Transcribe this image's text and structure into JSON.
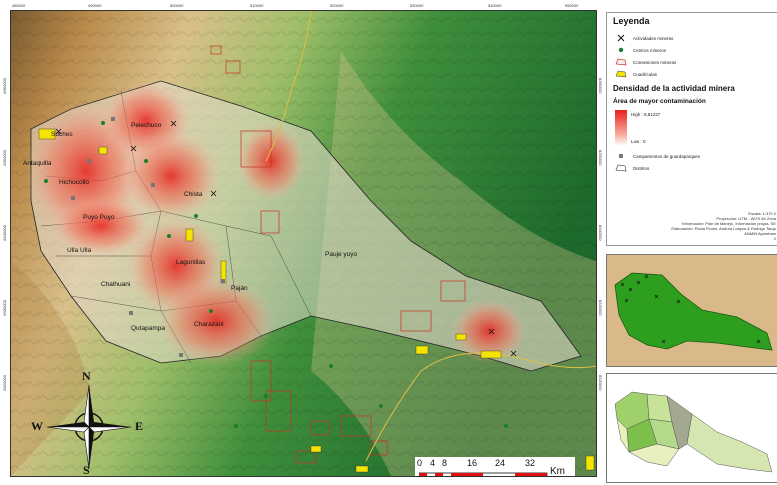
{
  "legend": {
    "title": "Leyenda",
    "items": [
      {
        "label": "Actividades mineras",
        "icon": "pickaxe-icon"
      },
      {
        "label": "Centros mineros",
        "icon": "green-dot-icon"
      },
      {
        "label": "Consesiones mineras",
        "icon": "outline-polygon-icon"
      },
      {
        "label": "Cuadrículas",
        "icon": "yellow-polygon-icon"
      }
    ],
    "density_title": "Densidad de la actividad minera",
    "density_subtitle": "Área de mayor contaminación",
    "high_label": "High : 8,81237",
    "low_label": "Low : 0",
    "camp_label": "Campamentos de guardaparques",
    "district_label": "Distritos",
    "credits": [
      "Escala: 1:370 0",
      "Proyección: UTM - WGS 84 Zona",
      "Información: Plan de Manejo, Información propia, SE",
      "Elaboración: Paola Flores, Andrea Loayza & Rodrigo Tarqu",
      "ANMIN Apolobam",
      "2"
    ],
    "colors": {
      "high": "#e8201c",
      "low": "#ffffff",
      "concession": "#c8321e",
      "grid": "#f5e400",
      "center": "#1a7f2a"
    }
  },
  "map": {
    "places": [
      {
        "name": "Suches"
      },
      {
        "name": "Pelechuco"
      },
      {
        "name": "Antaquilla"
      },
      {
        "name": "Hichocollo"
      },
      {
        "name": "Chista"
      },
      {
        "name": "Puyo Puyo"
      },
      {
        "name": "Ulla Ulla"
      },
      {
        "name": "Lagunillas"
      },
      {
        "name": "Pauje yuyo"
      },
      {
        "name": "Chalhuani"
      },
      {
        "name": "Paján"
      },
      {
        "name": "Charazani"
      },
      {
        "name": "Qutapampa"
      }
    ],
    "x_ticks": [
      "480000",
      "490000",
      "500000",
      "510000",
      "520000",
      "530000",
      "540000",
      "550000"
    ],
    "y_ticks": [
      "8360000",
      "8350000",
      "8340000",
      "8330000",
      "8320000"
    ],
    "compass": {
      "n": "N",
      "s": "S",
      "e": "E",
      "w": "W"
    },
    "scale": {
      "ticks": [
        "0",
        "4",
        "8",
        "16",
        "24",
        "32"
      ],
      "unit": "Km"
    }
  }
}
